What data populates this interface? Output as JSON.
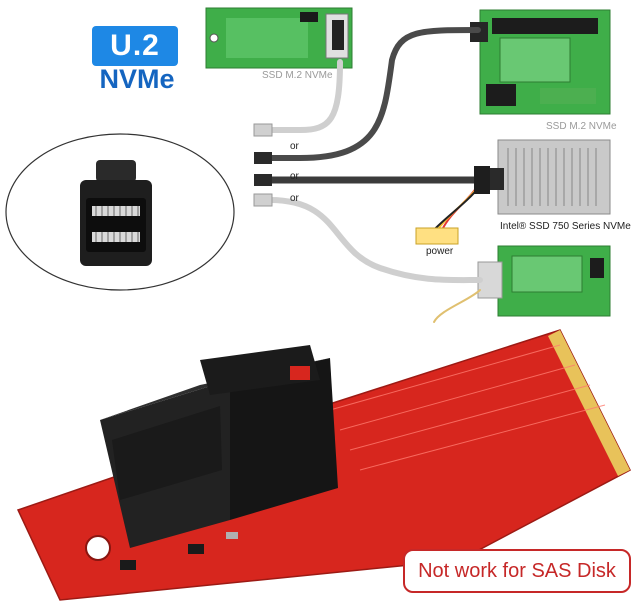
{
  "badge": {
    "title": "U.2",
    "subtitle": "NVMe"
  },
  "labels": {
    "ssd_m2_top": "SSD M.2 NVMe",
    "ssd_m2_right": "SSD M.2 NVMe",
    "intel_ssd": "Intel® SSD 750 Series NVMe",
    "power": "power",
    "or_1": "or",
    "or_2": "or",
    "or_3": "or"
  },
  "warning": {
    "text": "Not work for SAS Disk"
  },
  "colors": {
    "badge_bg": "#1e88e5",
    "badge_sub": "#1565c0",
    "warning_border": "#c62828",
    "warning_text": "#c62828",
    "pcb_red": "#d7261e",
    "pcb_green": "#3fae49",
    "connector_black": "#1b1b1b"
  }
}
